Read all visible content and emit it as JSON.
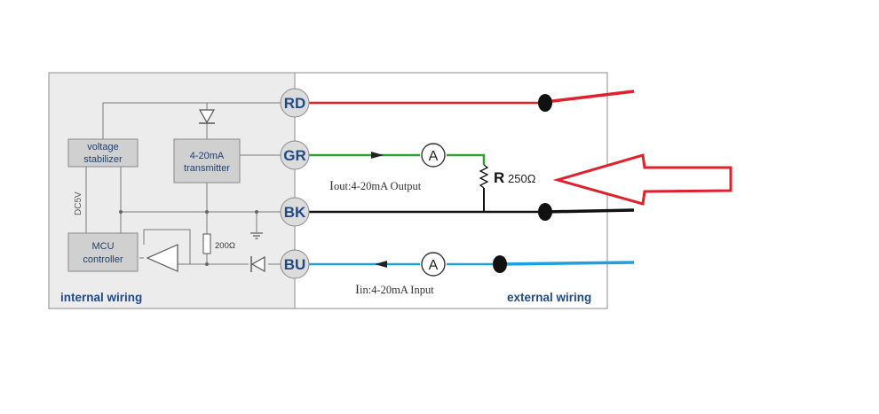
{
  "terminals": {
    "rd": "RD",
    "gr": "GR",
    "bk": "BK",
    "bu": "BU"
  },
  "blocks": {
    "voltage_stabilizer": [
      "voltage",
      "stabilizer"
    ],
    "transmitter": [
      "4-20mA",
      "transmitter"
    ],
    "mcu": [
      "MCU",
      "controller"
    ]
  },
  "labels": {
    "dc5v": "DC5V",
    "internal_resistor": "200Ω",
    "internal_wiring": "internal wiring",
    "external_wiring": "external wiring",
    "ammeter": "A",
    "load_resistor_symbol": "R",
    "load_resistor_value": "250Ω",
    "iout_prefix": "I",
    "iout_suffix": "out:4-20mA Output",
    "iin_prefix": "I",
    "iin_suffix": "in:4-20mA Input"
  },
  "colors": {
    "red_wire": "#e0202a",
    "green_wire": "#2aa32a",
    "black_wire": "#111111",
    "blue_wire": "#1ea0e0",
    "arrow_outline": "#e0202a",
    "internal_bg": "#ececec",
    "block_fill": "#d0d0d0",
    "terminal_fill": "#dcdcdc",
    "label_blue": "#1f4a8a"
  }
}
